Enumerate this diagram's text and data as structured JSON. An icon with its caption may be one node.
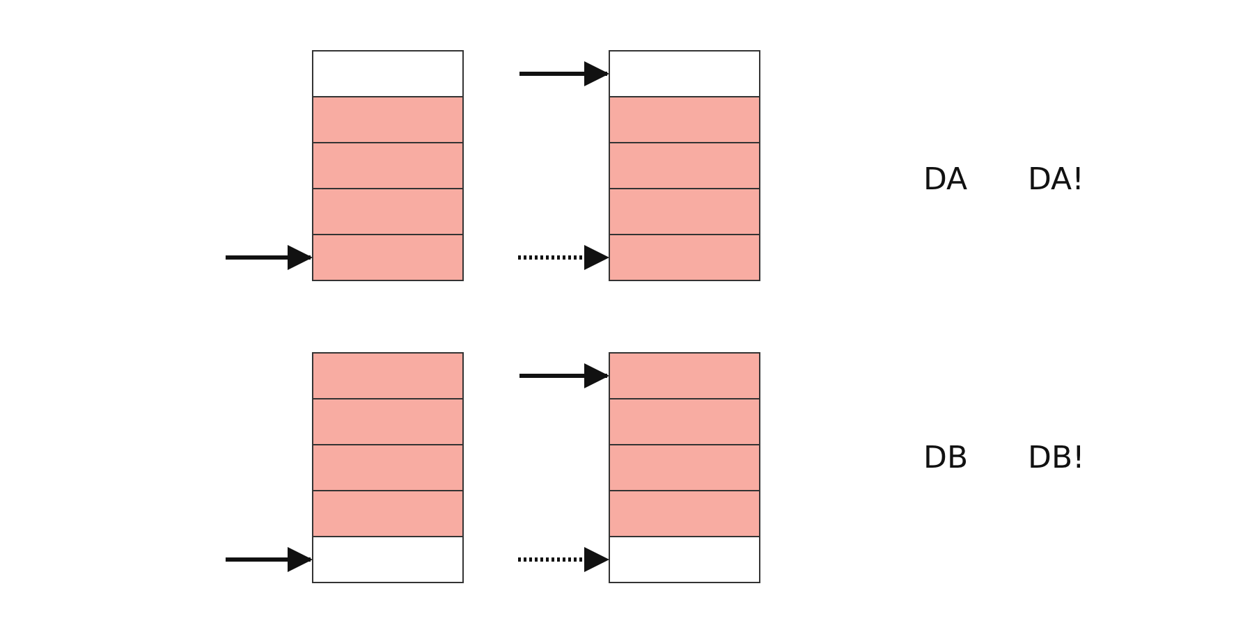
{
  "diagram": {
    "nodes": [
      {
        "text": [],
        "shape": "box"
      },
      {
        "text": [],
        "shape": "box"
      },
      {
        "text": [],
        "shape": "box"
      },
      {
        "text": [],
        "shape": "box"
      },
      {
        "text": [],
        "shape": "box"
      },
      {
        "text": [],
        "shape": "box"
      },
      {
        "text": [],
        "shape": "box"
      },
      {
        "text": [],
        "shape": "box"
      },
      {
        "text": [],
        "shape": "box"
      },
      {
        "text": [],
        "shape": "box"
      },
      {
        "text": [],
        "shape": "box"
      },
      {
        "text": [],
        "shape": "box"
      },
      {
        "text": [],
        "shape": "box"
      },
      {
        "text": [],
        "shape": "box"
      },
      {
        "text": [],
        "shape": "box"
      },
      {
        "text": [],
        "shape": "box"
      },
      {
        "text": [],
        "shape": "box"
      },
      {
        "text": [],
        "shape": "box"
      },
      {
        "text": [],
        "shape": "box"
      },
      {
        "text": [],
        "shape": "box"
      }
    ],
    "edges": [
      {
        "from": null,
        "to": 4,
        "arrow": "to"
      },
      {
        "from": null,
        "to": 5,
        "arrow": "to"
      },
      {
        "from": null,
        "to": 9,
        "arrow": "to",
        "style": "dashed"
      },
      {
        "from": null,
        "to": 14,
        "arrow": "to"
      },
      {
        "from": null,
        "to": 15,
        "arrow": "to"
      },
      {
        "from": null,
        "to": 19,
        "arrow": "to",
        "style": "dashed"
      }
    ],
    "labels": [
      "DA",
      "DA!",
      "DB",
      "DB!"
    ]
  }
}
